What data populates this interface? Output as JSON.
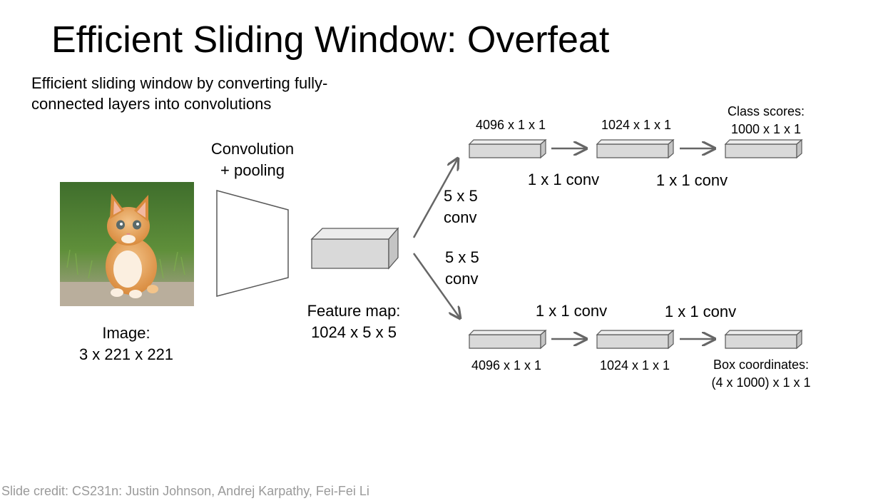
{
  "slide": {
    "title": "Efficient Sliding Window: Overfeat",
    "subtitle_line1": "Efficient sliding window by converting fully-",
    "subtitle_line2": "connected layers into convolutions",
    "credit": "Slide credit: CS231n: Justin Johnson, Andrej Karpathy, Fei-Fei Li"
  },
  "diagram": {
    "image_label_line1": "Image:",
    "image_label_line2": "3 x 221 x 221",
    "conv_pool_line1": "Convolution",
    "conv_pool_line2": "+ pooling",
    "feature_map_line1": "Feature map:",
    "feature_map_line2": "1024 x 5 x 5",
    "top_conv_line1": "5 x 5",
    "top_conv_line2": "conv",
    "bottom_conv_line1": "5 x 5",
    "bottom_conv_line2": "conv",
    "top_branch": {
      "box1_label": "4096 x 1 x 1",
      "box2_label": "1024 x 1 x 1",
      "box3_label_line1": "Class scores:",
      "box3_label_line2": "1000 x 1 x 1",
      "arrow1_label": "1 x 1 conv",
      "arrow2_label": "1 x 1 conv"
    },
    "bottom_branch": {
      "box1_label": "4096 x 1 x 1",
      "box2_label": "1024 x 1 x 1",
      "box3_label_line1": "Box coordinates:",
      "box3_label_line2": "(4 x 1000) x 1 x 1",
      "arrow1_label": "1 x 1 conv",
      "arrow2_label": "1 x 1 conv"
    }
  },
  "colors": {
    "box_fill": "#d9d9d9",
    "box_stroke": "#595959",
    "arrow": "#666666",
    "credit_text": "#9a9a9a"
  }
}
